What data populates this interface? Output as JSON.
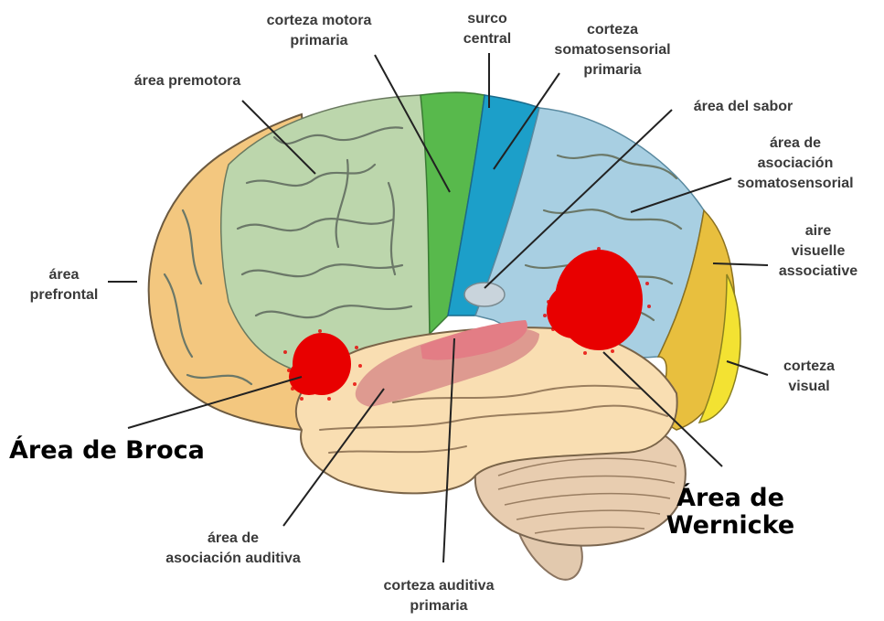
{
  "labels": {
    "corteza_motora": [
      "corteza motora",
      "primaria"
    ],
    "surco_central": [
      "surco",
      "central"
    ],
    "corteza_somatosensorial": [
      "corteza",
      "somatosensorial",
      "primaria"
    ],
    "area_premotora": [
      "área premotora"
    ],
    "area_sabor": [
      "área del sabor"
    ],
    "area_asociacion_somato": [
      "área de",
      "asociación",
      "somatosensorial"
    ],
    "area_prefrontal": [
      "área",
      "prefrontal"
    ],
    "aire_visuelle": [
      "aire",
      "visuelle",
      "associative"
    ],
    "corteza_visual": [
      "corteza",
      "visual"
    ],
    "area_broca": [
      "Área de Broca"
    ],
    "area_wernicke": [
      "Área de",
      "Wernicke"
    ],
    "area_asociacion_auditiva": [
      "área de",
      "asociación auditiva"
    ],
    "corteza_auditiva": [
      "corteza auditiva",
      "primaria"
    ]
  },
  "colors": {
    "frontal_prefrontal": "#f2c57c",
    "premotor": "#b9d4a8",
    "motor": "#56b84a",
    "somatosensory_primary": "#1aa0c8",
    "somatosensory_assoc": "#a6cde0",
    "visual_assoc": "#e8c040",
    "visual": "#f0e030",
    "temporal": "#f8ddb0",
    "auditory_primary": "#e0878c",
    "broca_wernicke": "#e80000",
    "cerebellum": "#e8c8a8",
    "gyri_line": "#6a7a68"
  }
}
